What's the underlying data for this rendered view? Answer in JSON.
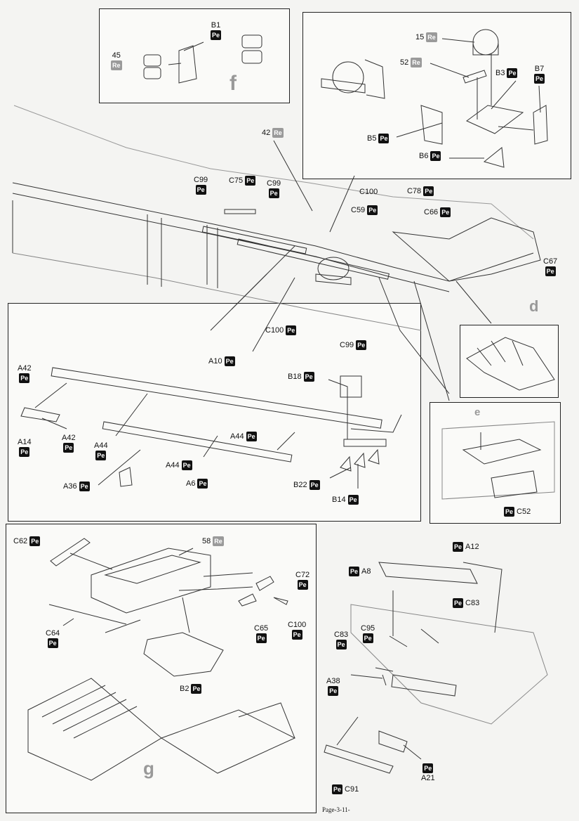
{
  "badge_pe": "Pe",
  "badge_re": "Re",
  "page_number": "Page-3-11-",
  "callouts": {
    "f": {
      "letter": "f",
      "b1": "B1",
      "p45": "45"
    },
    "top_right": {
      "p15": "15",
      "p52": "52",
      "b3": "B3",
      "b7": "B7",
      "b5": "B5",
      "b6": "B6"
    },
    "main_hull": {
      "p42": "42",
      "c99_left": "C99",
      "c75": "C75",
      "c99_mid": "C99",
      "c100_top": "C100",
      "c78": "C78",
      "c59": "C59",
      "c66": "C66",
      "c67": "C67",
      "d": "d",
      "c100_low": "C100",
      "c99_low": "C99"
    },
    "left_panel": {
      "a42_top": "A42",
      "a10": "A10",
      "b18": "B18",
      "a14": "A14",
      "a42_low": "A42",
      "a44_left": "A44",
      "a44_right": "A44",
      "a44_mid": "A44",
      "a6": "A6",
      "a36": "A36",
      "b22": "B22",
      "b14": "B14"
    },
    "e_panel": {
      "e": "e",
      "c52": "C52"
    },
    "g_panel": {
      "c62": "C62",
      "p58": "58",
      "c72": "C72",
      "c64": "C64",
      "c65": "C65",
      "c100": "C100",
      "b2": "B2",
      "g": "g"
    },
    "br_panel": {
      "a12": "A12",
      "a8": "A8",
      "c83_right": "C83",
      "c95": "C95",
      "c83_left": "C83",
      "a38": "A38",
      "a21": "A21",
      "c91": "C91"
    }
  }
}
